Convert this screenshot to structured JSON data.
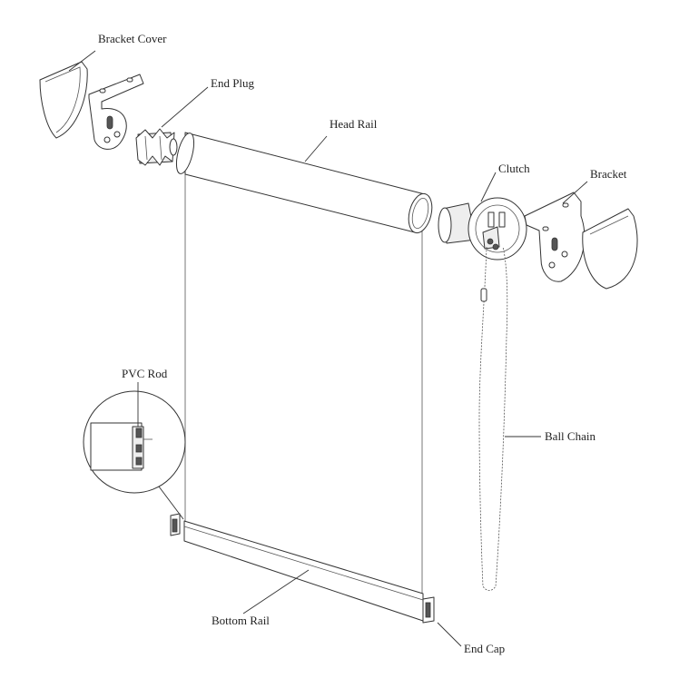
{
  "labels": {
    "bracket_cover": "Bracket Cover",
    "end_plug": "End Plug",
    "head_rail": "Head Rail",
    "clutch": "Clutch",
    "bracket": "Bracket",
    "pvc_rod": "PVC Rod",
    "ball_chain": "Ball Chain",
    "bottom_rail": "Bottom Rail",
    "end_cap": "End Cap"
  },
  "colors": {
    "line": "#333333",
    "background": "#ffffff",
    "text": "#222222"
  }
}
